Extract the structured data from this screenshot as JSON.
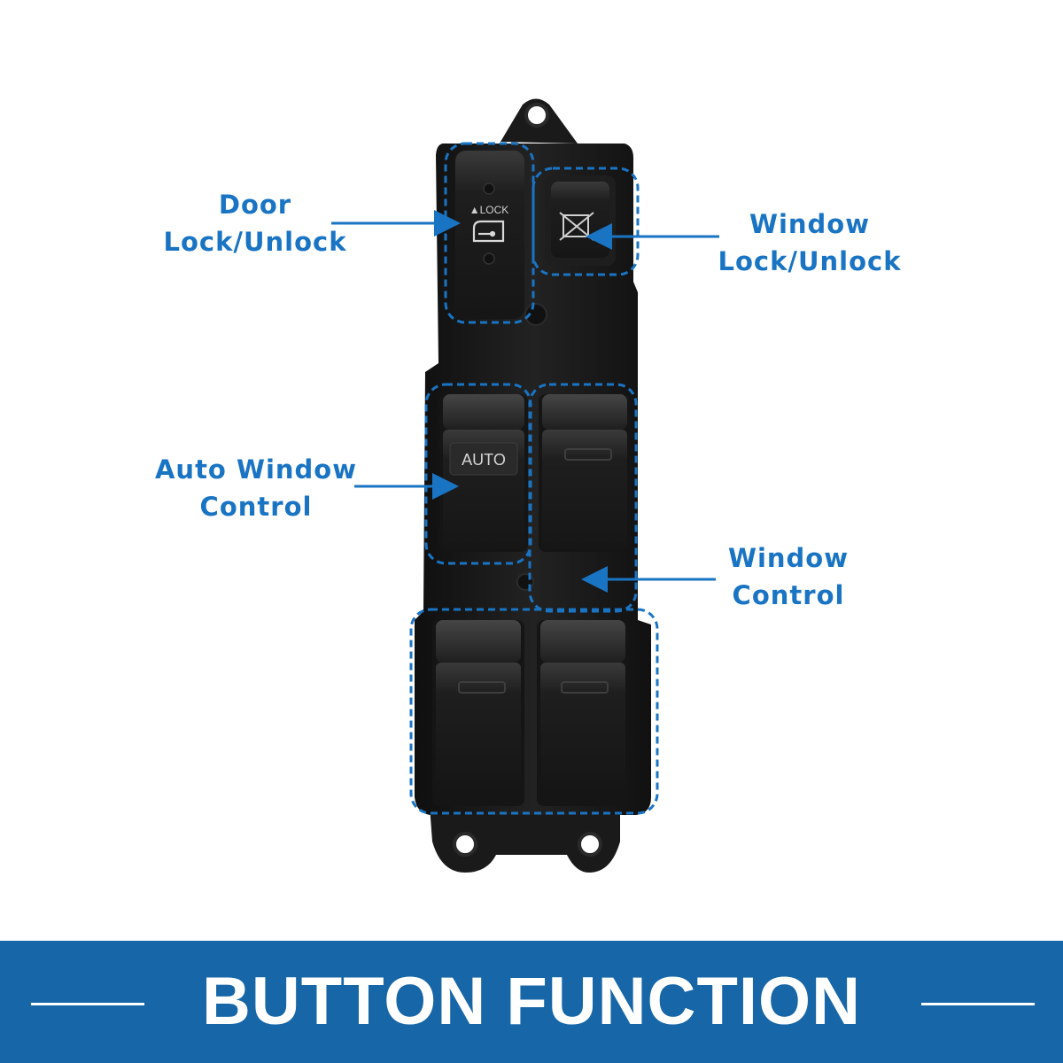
{
  "labels": {
    "door_lock": [
      "Door",
      "Lock/Unlock"
    ],
    "window_lock": [
      "Window",
      "Lock/Unlock"
    ],
    "auto_window": [
      "Auto Window",
      "Control"
    ],
    "window_control": [
      "Window",
      "Control"
    ]
  },
  "switch_text": {
    "lock": "▲LOCK",
    "auto": "AUTO"
  },
  "banner": {
    "title": "BUTTON FUNCTION"
  },
  "colors": {
    "accent": "#1a74c4",
    "banner": "#1766a7",
    "switch_body": "#1c1c1c"
  },
  "icons": [
    "door-open-icon",
    "window-lock-icon"
  ]
}
